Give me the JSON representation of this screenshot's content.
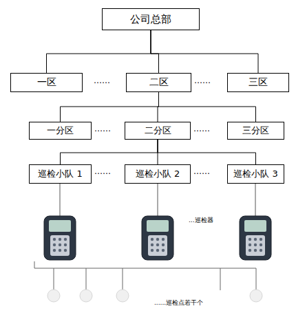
{
  "diagram": {
    "nodes": [
      {
        "text": [
          "公司总部"
        ]
      },
      {
        "text": [
          "一区"
        ]
      },
      {
        "text": [
          "二区"
        ]
      },
      {
        "text": [
          "三区"
        ]
      },
      {
        "text": [
          "一分区"
        ]
      },
      {
        "text": [
          "二分区"
        ]
      },
      {
        "text": [
          "三分区"
        ]
      },
      {
        "text": [
          "巡检小队 1"
        ]
      },
      {
        "text": [
          "巡检小队 2"
        ]
      },
      {
        "text": [
          "巡检小队 3"
        ]
      }
    ],
    "edges": [
      {
        "from": 0,
        "to": 1,
        "arrow": "none"
      },
      {
        "from": 0,
        "to": 2,
        "arrow": "none"
      },
      {
        "from": 0,
        "to": 3,
        "arrow": "none"
      },
      {
        "from": 2,
        "to": 4,
        "arrow": "none"
      },
      {
        "from": 2,
        "to": 5,
        "arrow": "none"
      },
      {
        "from": 2,
        "to": 6,
        "arrow": "none"
      },
      {
        "from": 5,
        "to": 7,
        "arrow": "none"
      },
      {
        "from": 5,
        "to": 8,
        "arrow": "none"
      },
      {
        "from": 5,
        "to": 9,
        "arrow": "none"
      }
    ],
    "labels": [
      "……",
      "……",
      "……",
      "……",
      "……",
      "……",
      "...巡检器",
      "......巡检点若干个"
    ]
  }
}
